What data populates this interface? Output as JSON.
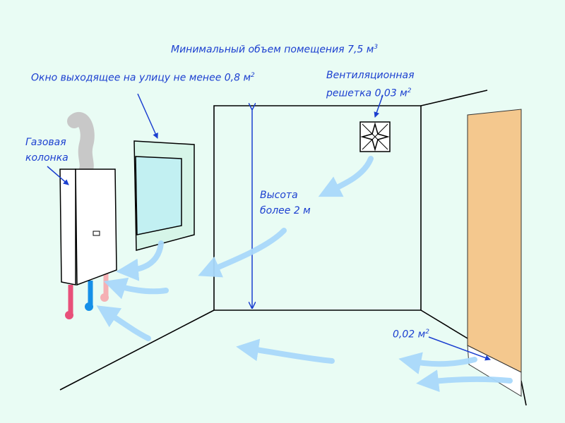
{
  "title": {
    "text": "Минимальный объем помещения 7,5 м",
    "sup": "3"
  },
  "window_label": {
    "text": "Окно выходящее на улицу не менее 0,8 м",
    "sup": "2"
  },
  "vent_label": {
    "line1": "Вентиляционная",
    "line2": "решетка 0,03 м",
    "sup": "2"
  },
  "heater_label": {
    "line1": "Газовая",
    "line2": "колонка"
  },
  "height_label": {
    "line1": "Высота",
    "line2": "более 2 м"
  },
  "door_vent_label": {
    "text": "0,02 м",
    "sup": "2"
  },
  "colors": {
    "text": "#1b3fd0",
    "airflow": "#a9d9fb",
    "door": "#f4c88e",
    "background": "#e9fcf4"
  }
}
